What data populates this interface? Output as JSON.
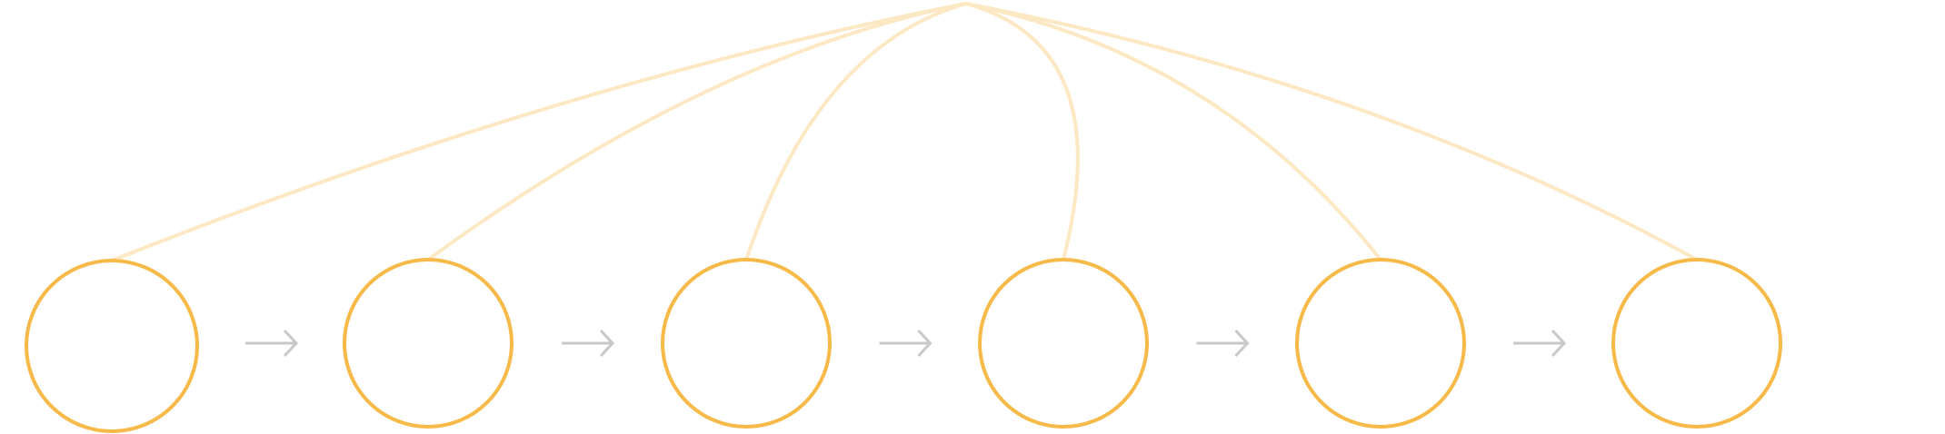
{
  "diagram": {
    "node_count": 6,
    "arrow_count": 5,
    "connector_count": 6,
    "hub_count": 1,
    "colors": {
      "background": "#ffffff",
      "node_stroke": "#f7b948",
      "connector_stroke": "#fde8c4",
      "arrow_stroke": "#c8c8c8"
    },
    "icons": {
      "arrow": "arrow-right-icon"
    }
  }
}
